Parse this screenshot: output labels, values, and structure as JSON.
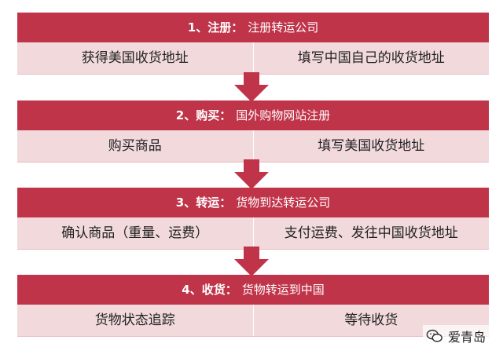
{
  "colors": {
    "header_bg": "#c0344a",
    "row_bg": "#f1d9dc",
    "arrow": "#c0344a"
  },
  "steps": [
    {
      "number": "1、注册：",
      "desc": "注册转运公司",
      "left": "获得美国收货地址",
      "right": "填写中国自己的收货地址"
    },
    {
      "number": "2、购买：",
      "desc": "国外购物网站注册",
      "left": "购买商品",
      "right": "填写美国收货地址"
    },
    {
      "number": "3、转运：",
      "desc": "货物到达转运公司",
      "left": "确认商品（重量、运费）",
      "right": "支付运费、发往中国收货地址"
    },
    {
      "number": "4、收货：",
      "desc": "货物转运到中国",
      "left": "货物状态追踪",
      "right": "等待收货"
    }
  ],
  "watermark": {
    "text": "爱青岛",
    "icon": "wechat-icon"
  }
}
